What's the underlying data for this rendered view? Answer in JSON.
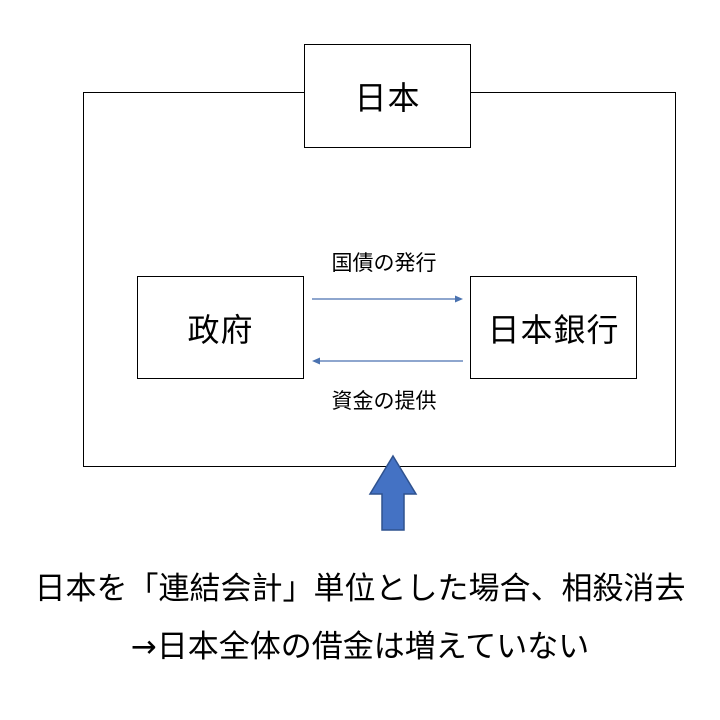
{
  "diagram": {
    "title_box": "日本",
    "government_box": "政府",
    "boj_box": "日本銀行",
    "arrow_to_boj_label": "国債の発行",
    "arrow_to_gov_label": "資金の提供",
    "caption_line1": "日本を「連結会計」単位とした場合、相殺消去",
    "caption_line2": "→日本全体の借金は増えていない"
  },
  "colors": {
    "flow_arrow": "#4a72b0",
    "block_arrow_fill": "#4472c4",
    "block_arrow_stroke": "#2f528f"
  },
  "icons": {
    "up_arrow": "block-up-arrow-icon"
  }
}
